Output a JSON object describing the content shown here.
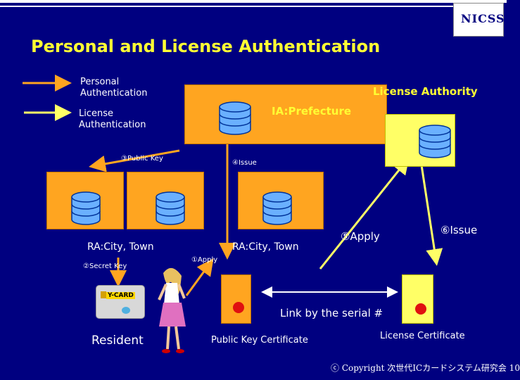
{
  "title": "Personal and License Authentication",
  "legend": {
    "personal": "Personal\nAuthentication",
    "license": "License\nAuthentication"
  },
  "logo": "NICSS",
  "license_authority": "License Authority",
  "ia": "IA:Prefecture",
  "steps": {
    "public_key": "③Public Key",
    "issue_small": "④Issue",
    "secret_key": "②Secret Key",
    "apply_small": "①Apply",
    "apply_big": "⑤Apply",
    "issue_big": "⑥Issue"
  },
  "ra_left": "RA:City, Town",
  "ra_right": "RA:City, Town",
  "card_label": "Y-CARD",
  "resident": "Resident",
  "public_key_certificate": "Public Key Certificate",
  "link_by_serial": "Link by the serial #",
  "license_certificate": "License Certificate",
  "footer": "ⓒ Copyright 次世代ICカードシステム研究会 10",
  "colors": {
    "background": "#000080",
    "title": "#ffff33",
    "orange": "#ffa520",
    "yellow_arrow": "#ffff66"
  }
}
